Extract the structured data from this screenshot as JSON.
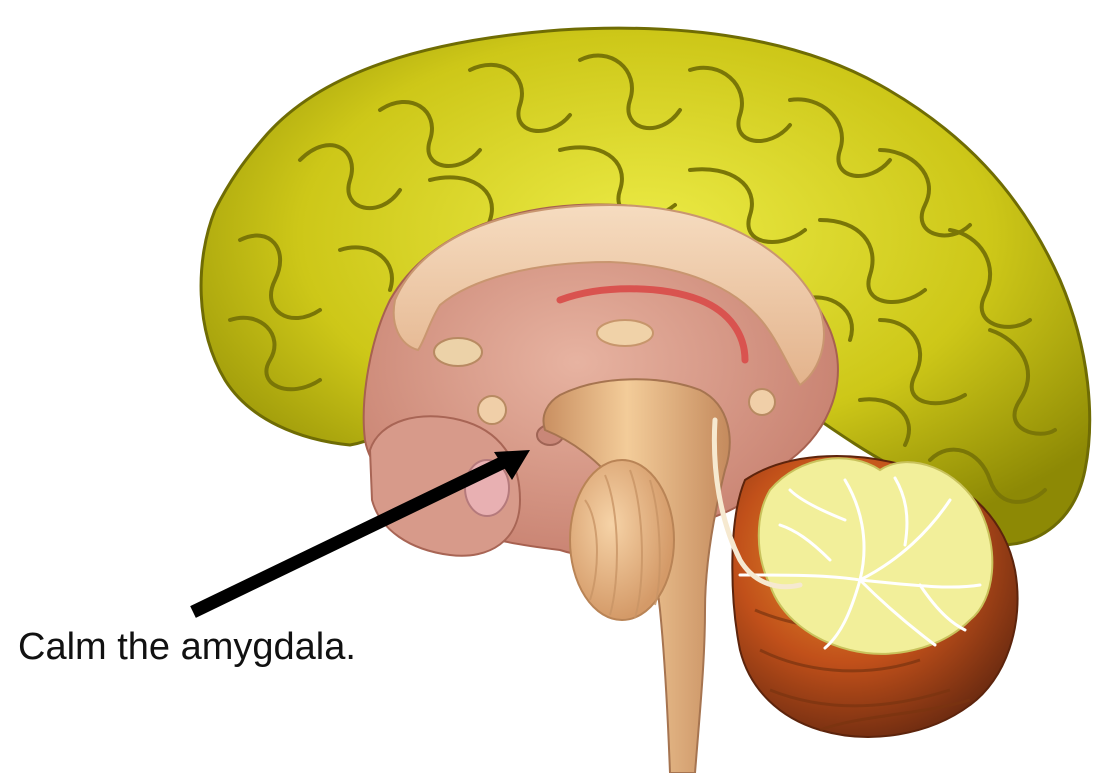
{
  "caption": "Calm the amygdala.",
  "illustration": {
    "subject": "brain-sagittal-section",
    "pointer": "arrow-to-amygdala"
  },
  "colors": {
    "cortex": "#c9c414",
    "cortex_highlight": "#e8e43a",
    "cortex_shadow": "#7f7d05",
    "corpus_callosum": "#f0c9a2",
    "inner_tissue": "#d99a88",
    "brainstem": "#e8b582",
    "cerebellum_base": "#b8431e",
    "arbor_vitae": "#f2f0a0",
    "arrow": "#000000"
  }
}
